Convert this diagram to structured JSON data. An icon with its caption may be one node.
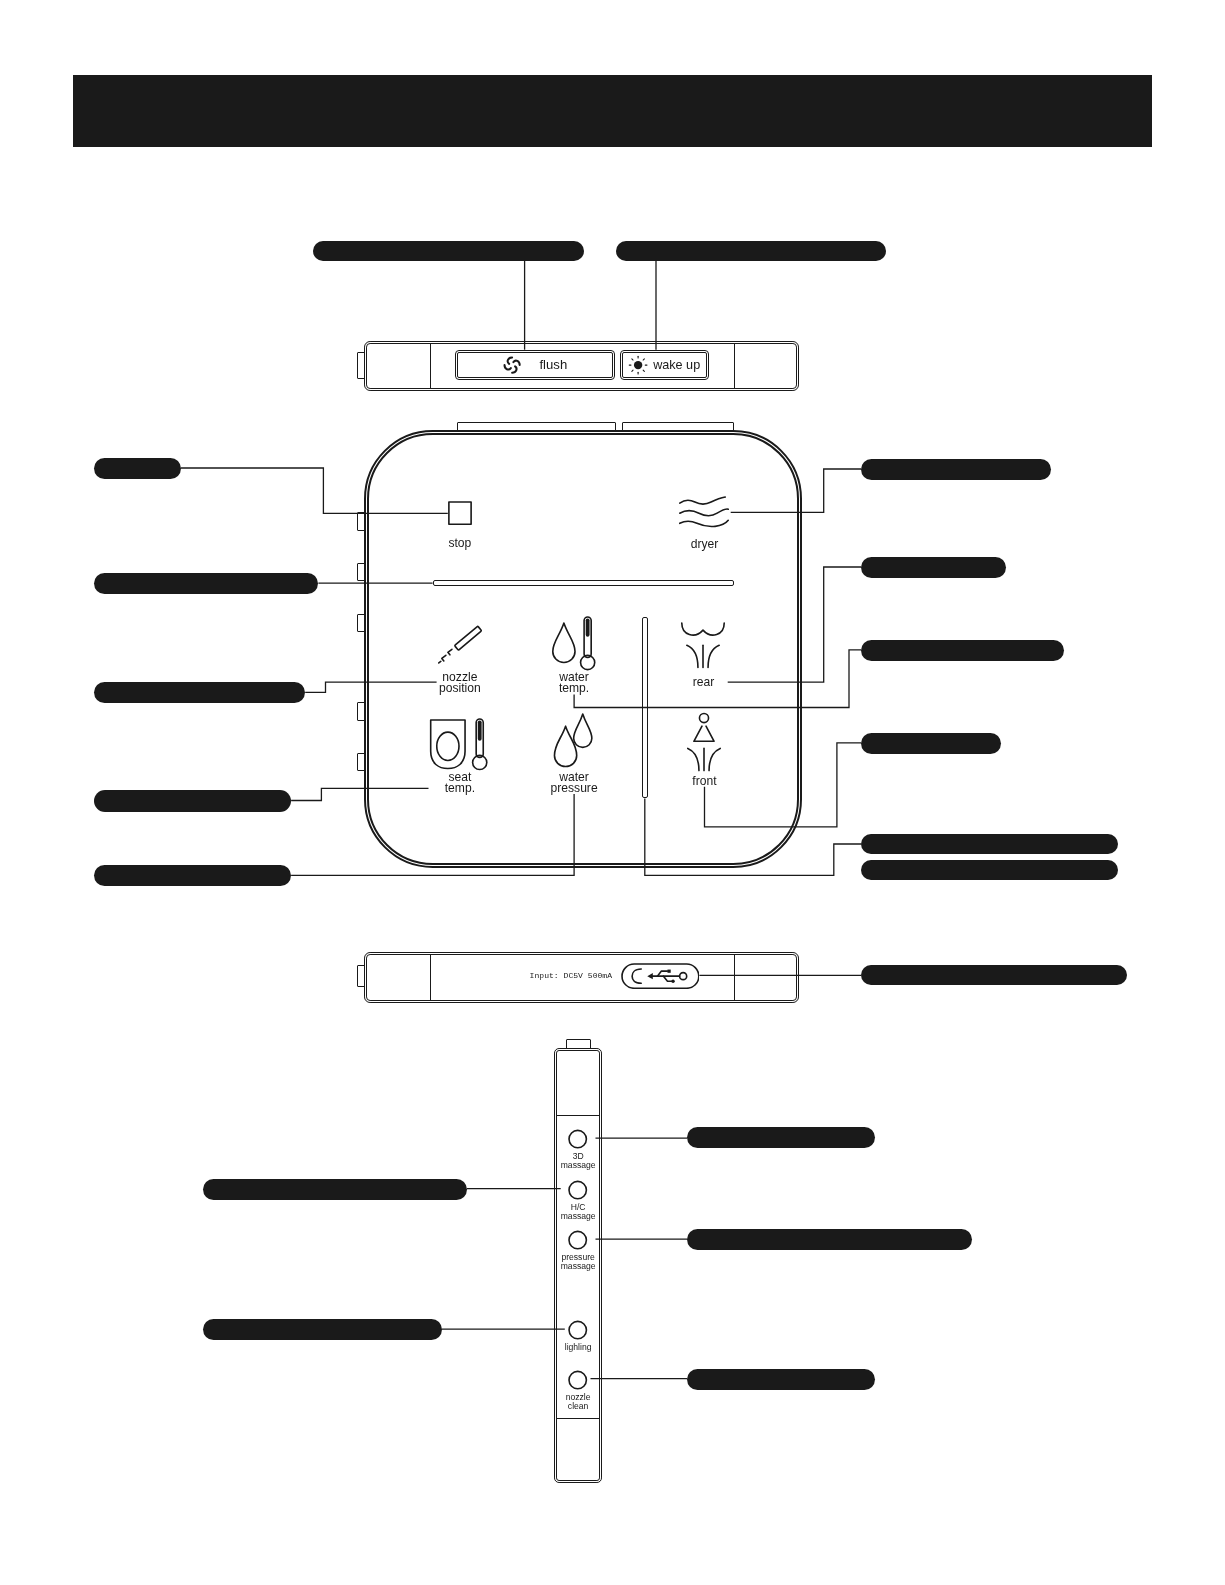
{
  "diagram": {
    "nodes": [
      {
        "text": [],
        "shape": "bar"
      },
      {
        "text": [],
        "shape": "bar"
      },
      {
        "text": [],
        "shape": "box"
      },
      {
        "text": [
          "flush"
        ],
        "in": 2
      },
      {
        "text": [
          "wake up"
        ],
        "in": 2
      },
      {
        "text": [],
        "shape": "bar"
      },
      {
        "text": [],
        "shape": "bar"
      },
      {
        "text": [],
        "shape": "bar"
      },
      {
        "text": [],
        "shape": "bar"
      },
      {
        "text": [],
        "shape": "bar"
      },
      {
        "text": [],
        "shape": "box"
      },
      {
        "text": [
          "stop"
        ],
        "in": 10
      },
      {
        "text": [
          "dryer"
        ],
        "in": 10
      },
      {
        "text": [],
        "shape": "bar",
        "in": 10
      },
      {
        "text": [
          "nozzle position"
        ],
        "in": 10
      },
      {
        "text": [
          "water temp."
        ],
        "in": 10
      },
      {
        "text": [],
        "shape": "bar",
        "in": 10
      },
      {
        "text": [
          "rear"
        ],
        "in": 10
      },
      {
        "text": [
          "seat temp."
        ],
        "in": 10
      },
      {
        "text": [
          "water pressure"
        ],
        "in": 10
      },
      {
        "text": [
          "front"
        ],
        "in": 10
      },
      {
        "text": [],
        "shape": "bar"
      },
      {
        "text": [],
        "shape": "bar"
      },
      {
        "text": [],
        "shape": "bar"
      },
      {
        "text": [],
        "shape": "bar"
      },
      {
        "text": [],
        "shape": "bar"
      },
      {
        "text": [],
        "shape": "bar"
      },
      {
        "text": [
          "Input: DC5V 500mA"
        ]
      },
      {
        "text": [],
        "shape": "picture",
        "in": 27
      },
      {
        "text": [],
        "shape": "bar"
      },
      {
        "text": [],
        "shape": "box"
      },
      {
        "text": [
          "3D massage"
        ],
        "in": 30
      },
      {
        "text": [
          "H/C massage"
        ],
        "in": 30
      },
      {
        "text": [
          "pressure massage"
        ],
        "in": 30
      },
      {
        "text": [
          "lighling"
        ],
        "in": 30
      },
      {
        "text": [
          "nozzle clean"
        ],
        "in": 30
      },
      {
        "text": [],
        "shape": "bar"
      },
      {
        "text": [],
        "shape": "bar"
      },
      {
        "text": [],
        "shape": "bar"
      },
      {
        "text": [],
        "shape": "bar"
      },
      {
        "text": [],
        "shape": "bar"
      }
    ],
    "edges": [
      {
        "from": 0,
        "to": 3,
        "arrow": "none"
      },
      {
        "from": 1,
        "to": 4,
        "arrow": "none"
      },
      {
        "from": 5,
        "to": 11,
        "arrow": "none"
      },
      {
        "from": 6,
        "to": 13,
        "arrow": "none"
      },
      {
        "from": 7,
        "to": 14,
        "arrow": "none"
      },
      {
        "from": 8,
        "to": 18,
        "arrow": "none"
      },
      {
        "from": 9,
        "to": 19,
        "arrow": "none"
      },
      {
        "from": 21,
        "to": 12,
        "arrow": "none"
      },
      {
        "from": 22,
        "to": 17,
        "arrow": "none"
      },
      {
        "from": 23,
        "to": 15,
        "arrow": "none"
      },
      {
        "from": 24,
        "to": 20,
        "arrow": "none"
      },
      {
        "from": 25,
        "to": 16,
        "arrow": "none"
      },
      {
        "from": 29,
        "to": 28,
        "arrow": "none"
      },
      {
        "from": 36,
        "to": 31,
        "arrow": "none"
      },
      {
        "from": 37,
        "to": 32,
        "arrow": "none"
      },
      {
        "from": 38,
        "to": 33,
        "arrow": "none"
      },
      {
        "from": 39,
        "to": 34,
        "arrow": "none"
      },
      {
        "from": 40,
        "to": 35,
        "arrow": "none"
      }
    ]
  }
}
